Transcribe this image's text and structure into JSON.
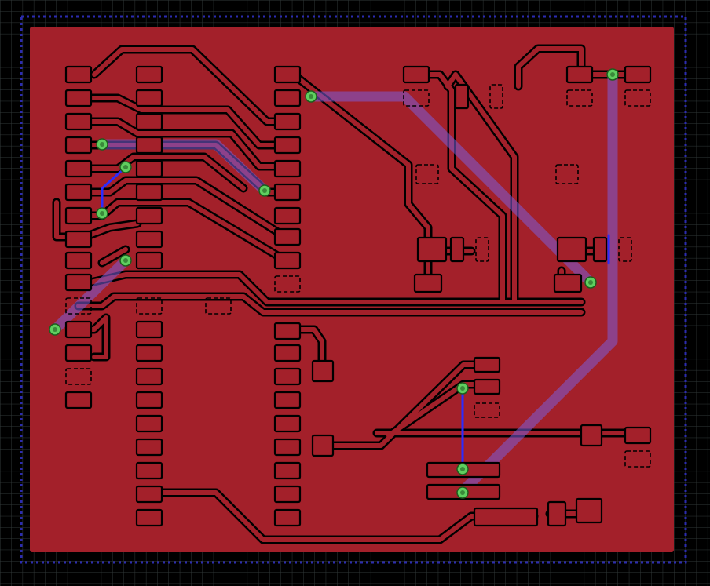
{
  "board": {
    "background": "#000000",
    "grid_color": "#303838",
    "outline_color": "#2b2bb0",
    "copper_color": "#a3202a",
    "bottom_trace_color": "#7c5cd8",
    "via_color": "#5fcf5f",
    "layers": [
      "top-copper",
      "bottom-traces",
      "vias",
      "board-outline",
      "grid"
    ]
  }
}
